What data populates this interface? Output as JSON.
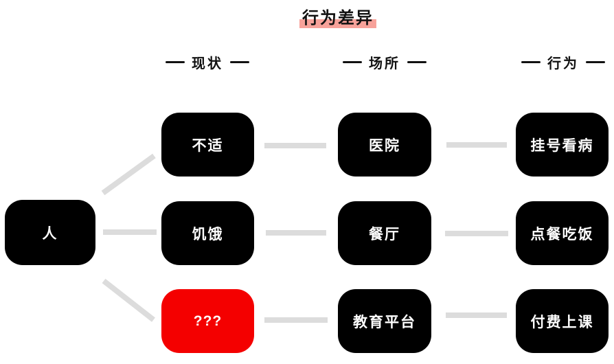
{
  "title": {
    "text": "行为差异"
  },
  "column_headers": [
    {
      "label": "现状"
    },
    {
      "label": "场所"
    },
    {
      "label": "行为"
    }
  ],
  "root_node": {
    "label": "人"
  },
  "rows": [
    {
      "status": "不适",
      "place": "医院",
      "behavior": "挂号看病"
    },
    {
      "status": "饥饿",
      "place": "餐厅",
      "behavior": "点餐吃饭"
    },
    {
      "status": "???",
      "place": "教育平台",
      "behavior": "付费上课"
    }
  ],
  "colors": {
    "node": "#000000",
    "unknown_node": "#f40000",
    "connector": "#dcdcdc",
    "title_highlight": "#f7a29a",
    "node_text": "#ffffff",
    "header_text": "#111111"
  }
}
